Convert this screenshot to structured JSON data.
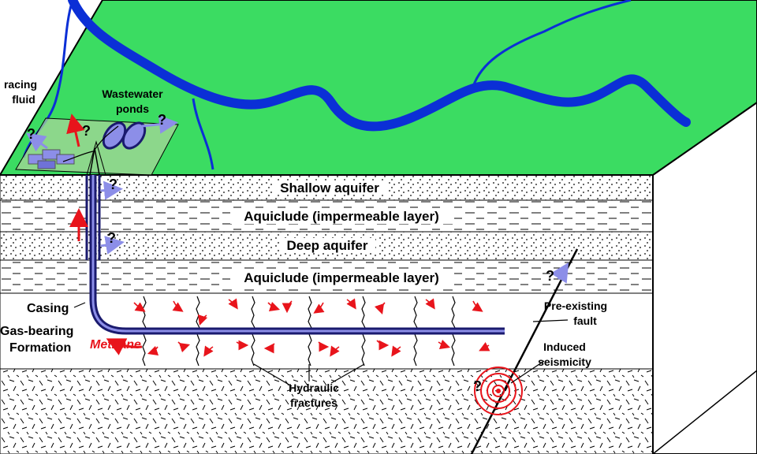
{
  "surface": {
    "labels": {
      "fracking_fluid": [
        "racing",
        "fluid"
      ],
      "wastewater_ponds": [
        "Wastewater",
        "ponds"
      ]
    }
  },
  "layers": {
    "shallow_aquifer": "Shallow aquifer",
    "aquiclude_upper": "Aquiclude (impermeable layer)",
    "deep_aquifer": "Deep aquifer",
    "aquiclude_lower": "Aquiclude (impermeable layer)"
  },
  "labels": {
    "casing": "Casing",
    "gas_bearing": [
      "Gas-bearing",
      "Formation"
    ],
    "methane": "Methane",
    "hydraulic_fractures": [
      "Hydraulic",
      "fractures"
    ],
    "pre_existing_fault": [
      "Pre-existing",
      "fault"
    ],
    "induced_seismicity": [
      "Induced",
      "seismicity"
    ]
  },
  "question_mark": "?",
  "colors": {
    "land": "#3bdc62",
    "river": "#0b2fd6",
    "pad": "#a8d59a",
    "casing": "#1a1a6e",
    "arrow_red": "#e8141b",
    "arrow_blue": "#8c8ee8",
    "seismic": "#e8141b"
  }
}
